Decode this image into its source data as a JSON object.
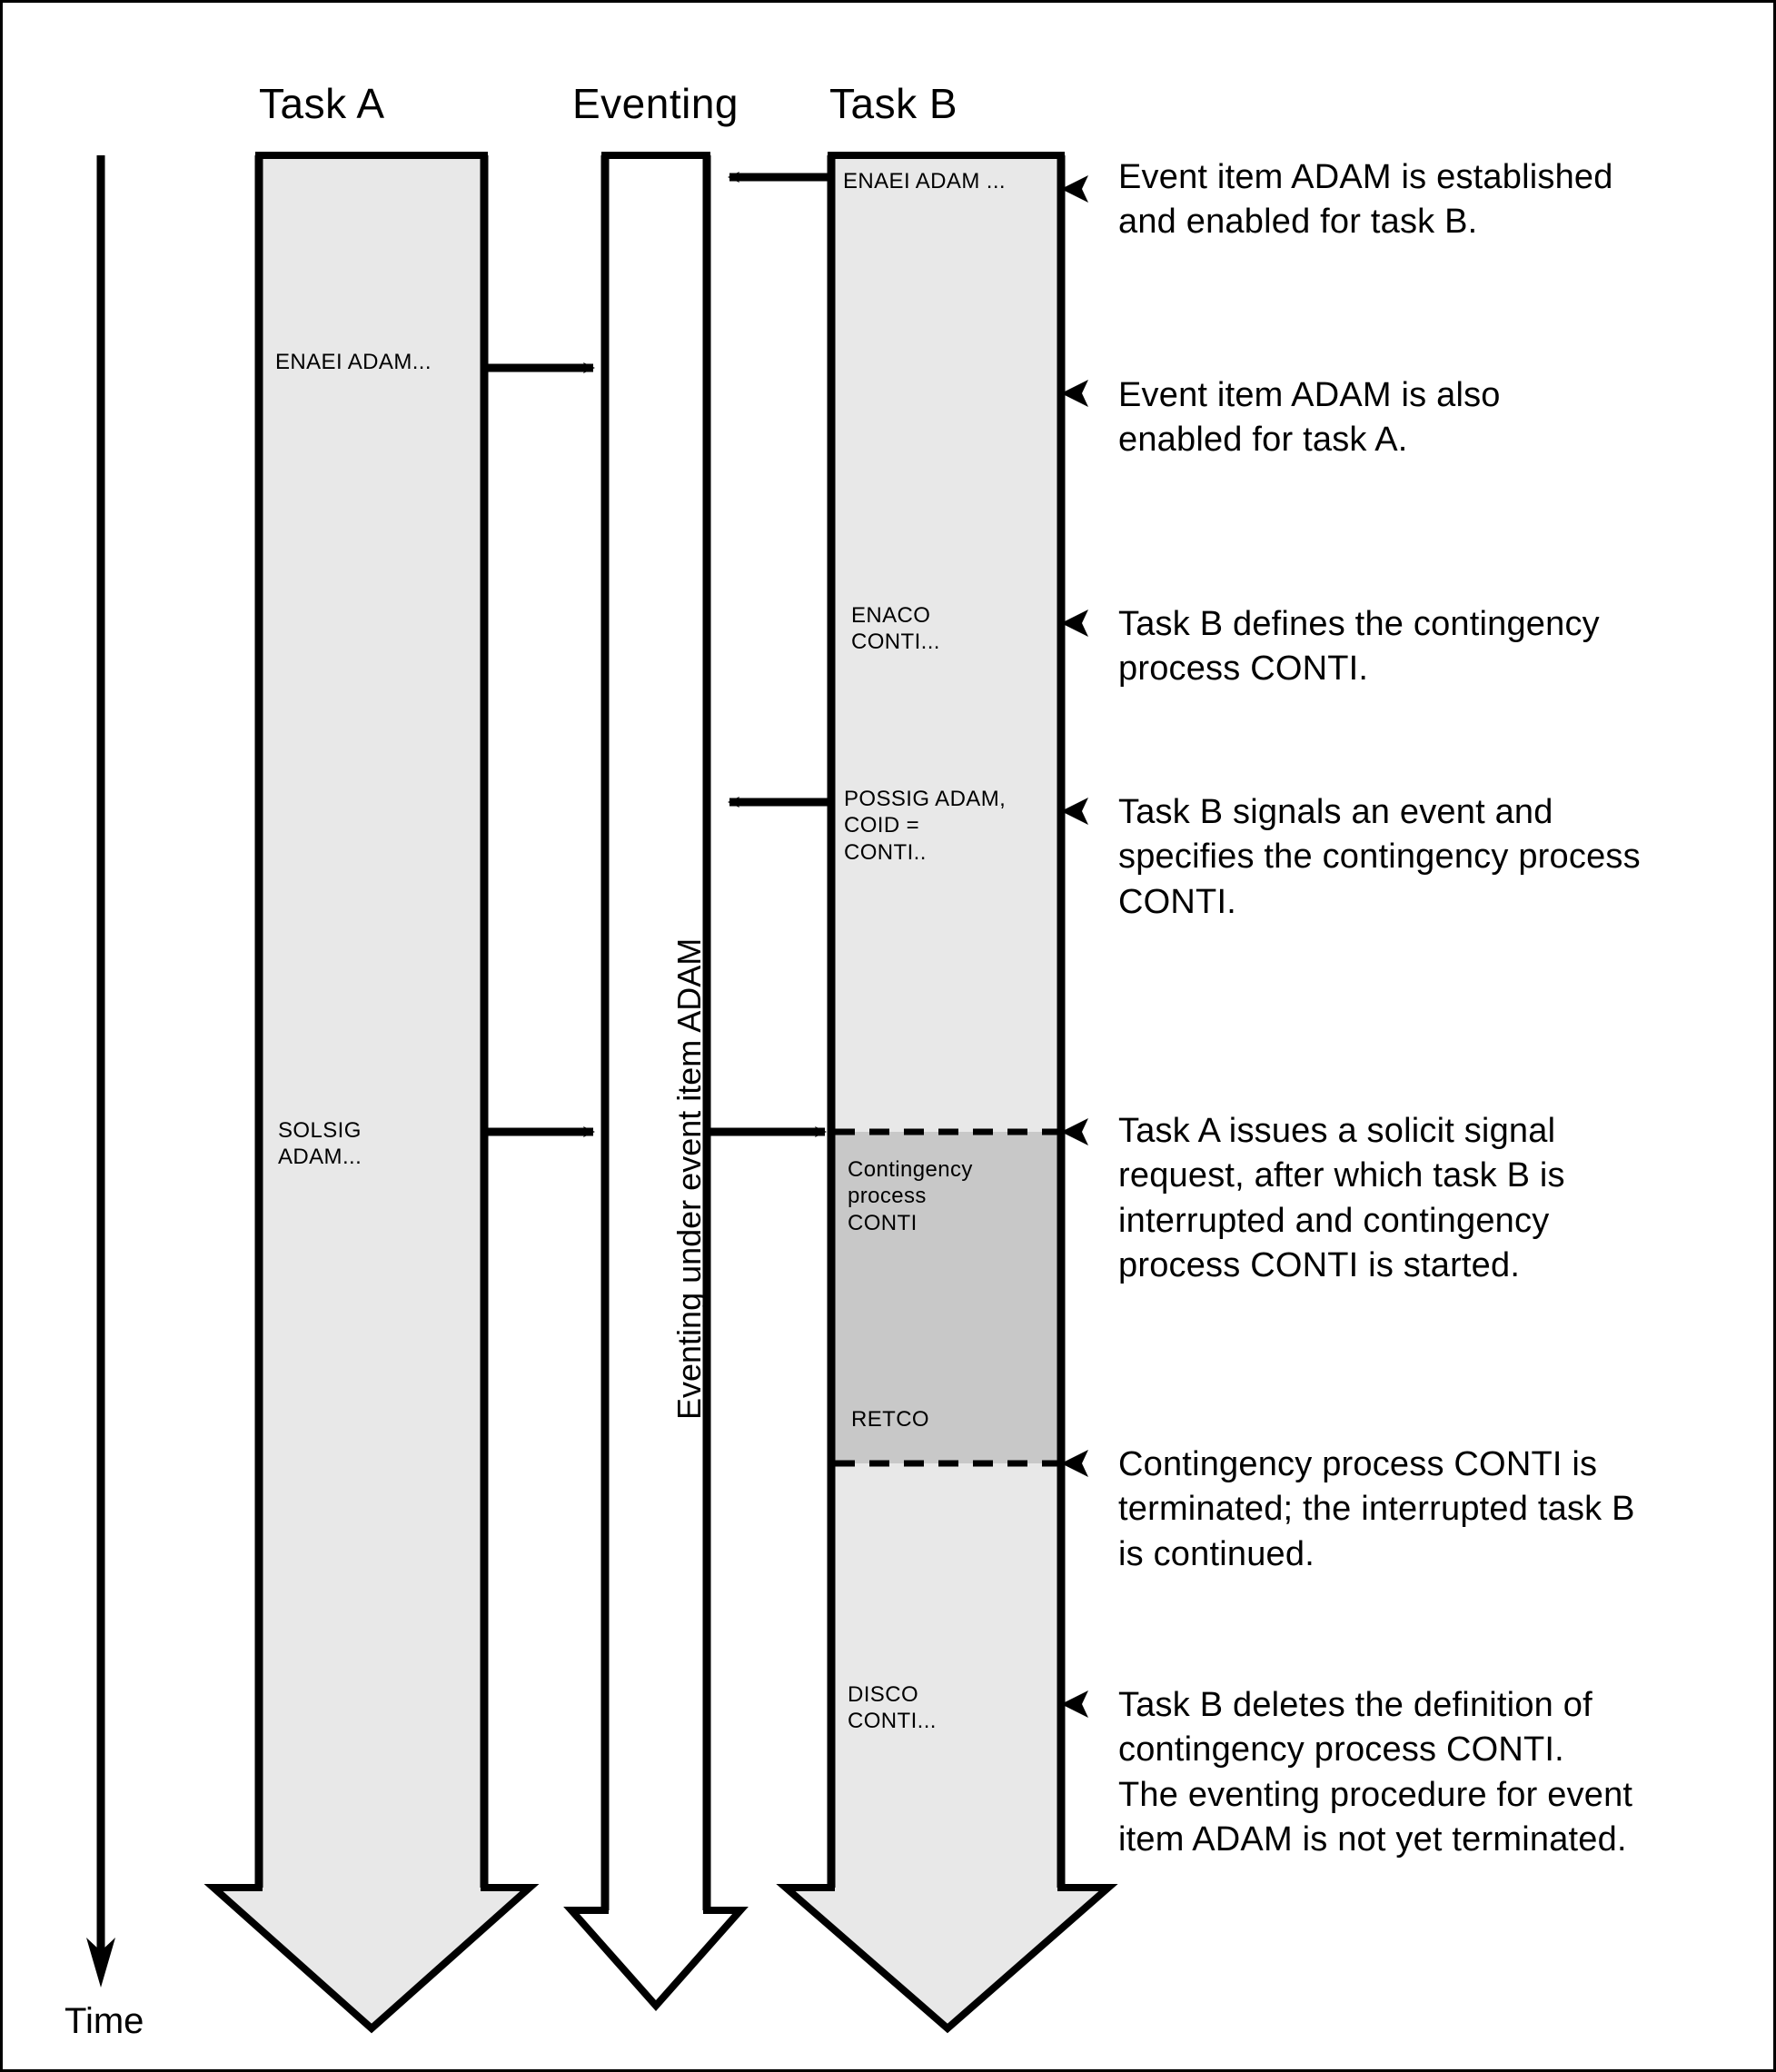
{
  "diagram": {
    "type": "sequence-timeline",
    "time_axis_label": "Time",
    "lanes": [
      {
        "id": "task-a",
        "title": "Task A"
      },
      {
        "id": "eventing",
        "title": "Eventing"
      },
      {
        "id": "task-b",
        "title": "Task B"
      }
    ],
    "eventing_vertical_label": "Eventing under event item ADAM",
    "lane_labels": [
      {
        "id": "task-b-enaei",
        "lane": "task-b",
        "text": "ENAEI ADAM ..."
      },
      {
        "id": "task-a-enaei",
        "lane": "task-a",
        "text": "ENAEI ADAM..."
      },
      {
        "id": "task-b-enaco",
        "lane": "task-b",
        "text": "ENACO\nCONTI..."
      },
      {
        "id": "task-b-possig",
        "lane": "task-b",
        "text": "POSSIG ADAM,\nCOID =\nCONTI.."
      },
      {
        "id": "task-a-solsig",
        "lane": "task-a",
        "text": "SOLSIG\nADAM..."
      },
      {
        "id": "task-b-conti",
        "lane": "task-b",
        "text": "Contingency\nprocess\nCONTI"
      },
      {
        "id": "task-b-retco",
        "lane": "task-b",
        "text": "RETCO"
      },
      {
        "id": "task-b-disco",
        "lane": "task-b",
        "text": "DISCO\nCONTI..."
      }
    ],
    "annotations": [
      {
        "id": "annot-1",
        "text": "Event item ADAM is established\nand enabled for task B."
      },
      {
        "id": "annot-2",
        "text": "Event item ADAM is also\nenabled for task A."
      },
      {
        "id": "annot-3",
        "text": "Task B defines the contingency\nprocess CONTI."
      },
      {
        "id": "annot-4",
        "text": "Task B signals an event and\nspecifies the contingency process\nCONTI."
      },
      {
        "id": "annot-5",
        "text": "Task A issues a solicit signal\nrequest, after which task B is\ninterrupted and contingency\nprocess CONTI is started."
      },
      {
        "id": "annot-6",
        "text": "Contingency process CONTI is\nterminated; the interrupted task B\nis continued."
      },
      {
        "id": "annot-7",
        "text": "Task B deletes the definition of\ncontingency process CONTI.\nThe eventing procedure for event\nitem ADAM is not yet terminated."
      }
    ],
    "colors": {
      "lane_fill": "#e8e8e8",
      "contingency_fill": "#c8c8c8",
      "eventing_fill": "#ffffff",
      "stroke": "#000000",
      "background": "#ffffff"
    }
  }
}
